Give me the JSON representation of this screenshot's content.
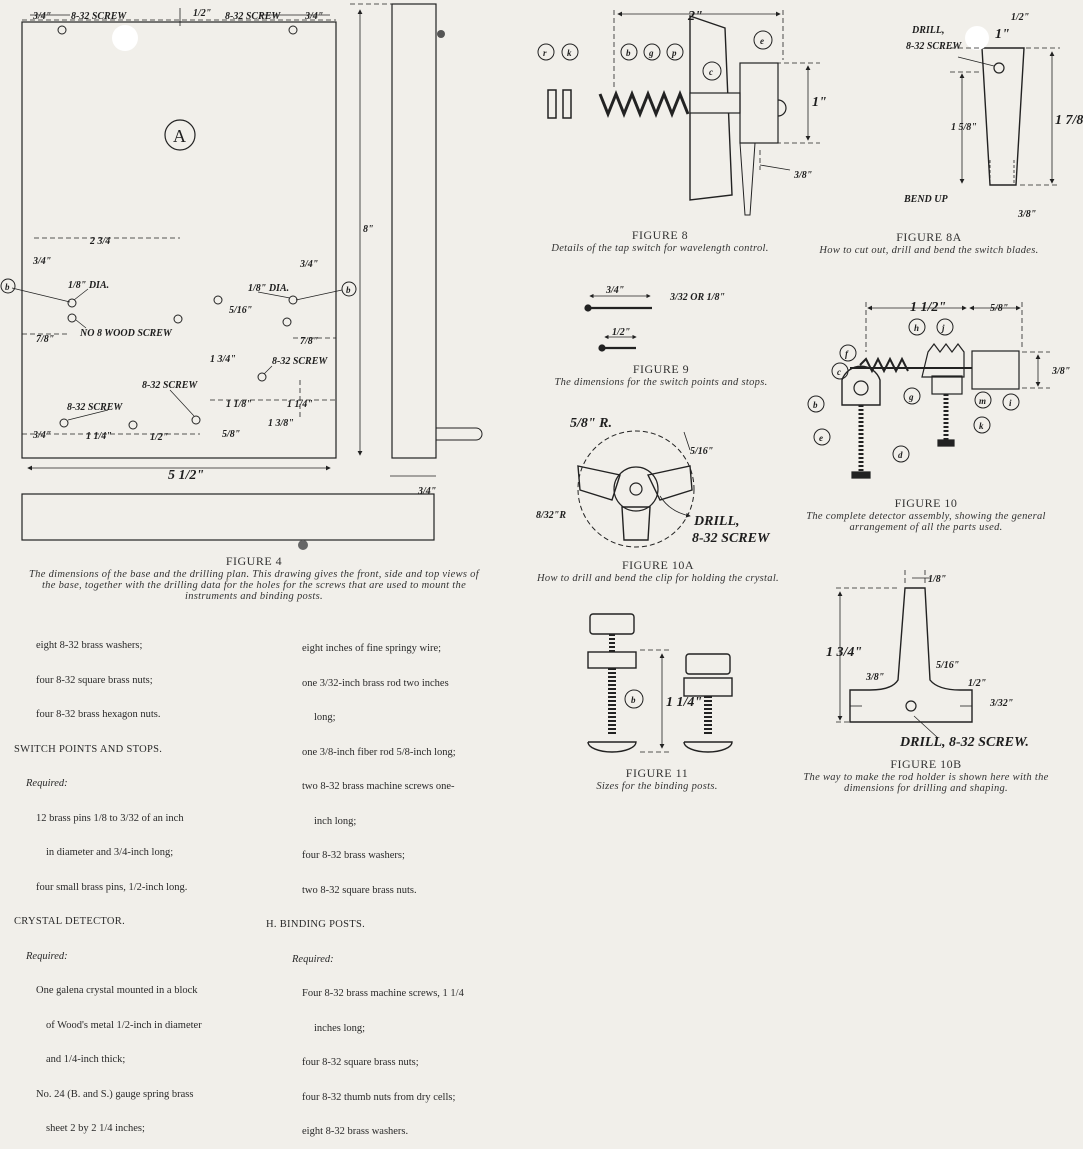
{
  "fig4": {
    "dims": {
      "d_3_4_tl": "3/4\"",
      "screw_left": "8-32 SCREW",
      "d_1_2_top": "1/2\"",
      "screw_right": "8-32 SCREW",
      "d_3_4_tr": "3/4\"",
      "label_a": "A",
      "d_8": "8\"",
      "d_2_3_4": "2 3/4",
      "d_3_4_l": "3/4\"",
      "dia_left": "1/8\" DIA.",
      "dia_right": "1/8\" DIA.",
      "d_3_4_r": "3/4\"",
      "d_5_16": "5/16\"",
      "d_7_8_l": "7/8\"",
      "wood_screw": "NO 8 WOOD SCREW",
      "d_7_8_r": "7/8\"",
      "d_1_3_4": "1 3/4\"",
      "screw_mid_r": "8-32 SCREW",
      "screw_mid": "8-32 SCREW",
      "screw_low": "8-32 SCREW",
      "d_1_1_8": "1 1/8\"",
      "d_1_1_4_r": "1 1/4\"",
      "d_1_3_8": "1 3/8\"",
      "d_3_4_b": "3/4\"",
      "d_1_1_4_b": "1 1/4\"",
      "d_1_2_b": "1/2\"",
      "d_5_8": "5/8\"",
      "d_5_1_2": "5 1/2\"",
      "d_3_4_side": "3/4\"",
      "letter_b": "b"
    },
    "title": "FIGURE 4",
    "desc": "The dimensions of the base and the drilling plan. This drawing gives the front, side and top views of the base, together with the drilling data for the holes for the screws that are used to mount the instruments and binding posts."
  },
  "fig8": {
    "dims": {
      "d_2": "2\"",
      "d_1": "1\"",
      "d_3_8": "3/8\""
    },
    "letters": [
      "r",
      "k",
      "b",
      "g",
      "p",
      "c",
      "e"
    ],
    "title": "FIGURE 8",
    "desc": "Details of the tap switch for wavelength control."
  },
  "fig8a": {
    "dims": {
      "d_1_2": "1/2\"",
      "drill": "DRILL,",
      "screw": "8-32 SCREW",
      "d_1": "1\"",
      "d_1_5_8": "1 5/8\"",
      "d_1_7_8": "1 7/8\"",
      "bend": "BEND UP",
      "d_3_8": "3/8\""
    },
    "title": "FIGURE 8A",
    "desc": "How to cut out, drill and bend the switch blades."
  },
  "fig9": {
    "dims": {
      "d_3_4": "3/4\"",
      "d_3_32": "3/32 OR 1/8\"",
      "d_1_2": "1/2\""
    },
    "title": "FIGURE 9",
    "desc": "The dimensions for the switch points and stops."
  },
  "fig10": {
    "dims": {
      "d_1_1_2": "1 1/2\"",
      "d_5_8": "5/8\"",
      "d_3_8": "3/8\""
    },
    "letters": [
      "f",
      "h",
      "j",
      "c",
      "b",
      "e",
      "d",
      "g",
      "m",
      "i",
      "k"
    ],
    "title": "FIGURE 10",
    "desc": "The complete detector assembly, showing the general arrangement of all the parts used."
  },
  "fig10a": {
    "dims": {
      "r_5_8": "5/8\" R.",
      "d_5_16": "5/16\"",
      "r_8_32": "8/32\"R",
      "drill": "DRILL,",
      "screw": "8-32 SCREW"
    },
    "title": "FIGURE 10A",
    "desc": "How to drill and bend the clip for holding the crystal."
  },
  "fig11": {
    "dims": {
      "d_1_1_4": "1 1/4\""
    },
    "letters": [
      "b"
    ],
    "title": "FIGURE 11",
    "desc": "Sizes for the binding posts."
  },
  "fig10b": {
    "dims": {
      "d_1_8": "1/8\"",
      "d_1_3_4": "1 3/4\"",
      "d_3_8": "3/8\"",
      "d_5_16": "5/16\"",
      "d_1_2": "1/2\"",
      "d_3_32": "3/32\"",
      "drill": "DRILL, 8-32 SCREW."
    },
    "title": "FIGURE 10B",
    "desc": "The way to make the rod holder is shown here with the dimensions for drilling and shaping."
  },
  "parts": {
    "col1": [
      "eight 8-32 brass washers;",
      "four 8-32 square brass nuts;",
      "four 8-32 brass hexagon nuts.",
      "SWITCH POINTS AND STOPS.",
      "Required:",
      "12 brass pins 1/8 to 3/32 of an inch",
      "in diameter and 3/4-inch long;",
      "four small brass pins, 1/2-inch long.",
      "CRYSTAL DETECTOR.",
      "Required:",
      "One galena crystal mounted in a block",
      "of Wood's metal 1/2-inch in diameter",
      "and 1/4-inch thick;",
      "No. 24 (B. and S.) gauge spring brass",
      "sheet 2 by 2 1/4 inches;"
    ],
    "col2": [
      "eight inches of fine springy wire;",
      "one 3/32-inch brass rod two inches",
      "long;",
      "one 3/8-inch fiber rod 5/8-inch long;",
      "two 8-32 brass machine screws one-",
      "inch long;",
      "four 8-32 brass washers;",
      "two 8-32 square brass nuts.",
      "H. BINDING POSTS.",
      "Required:",
      "Four 8-32 brass machine screws, 1 1/4",
      "inches long;",
      "four 8-32 square brass nuts;",
      "four 8-32 thumb nuts from dry cells;",
      "eight 8-32 brass washers."
    ]
  }
}
